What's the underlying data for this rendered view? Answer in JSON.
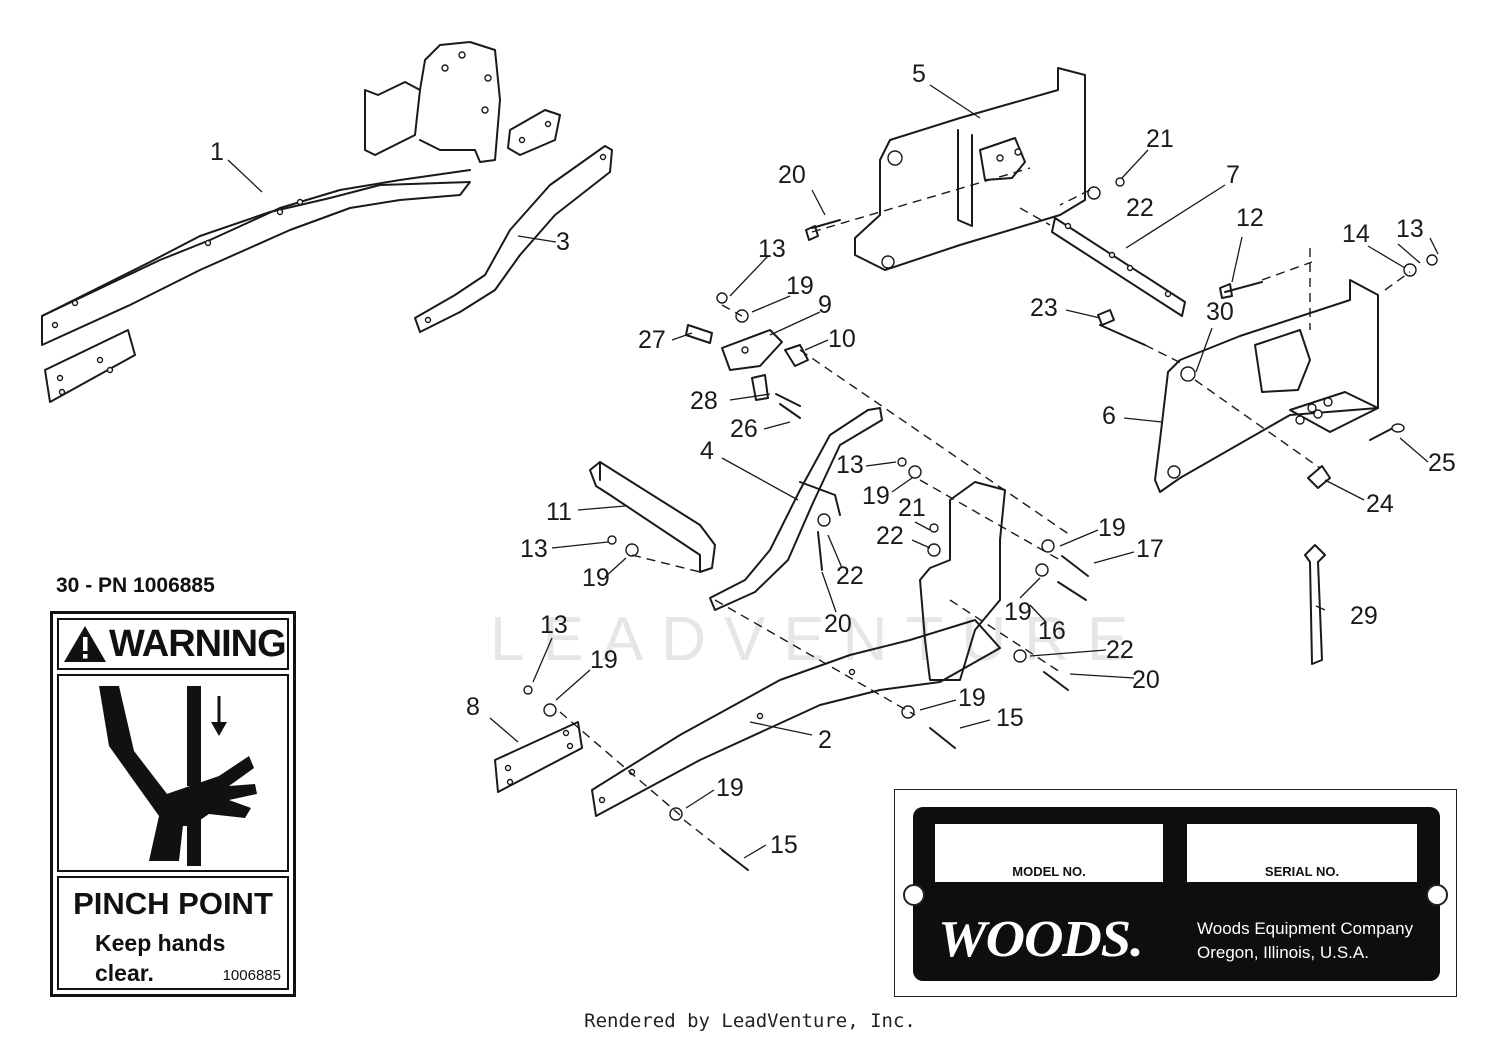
{
  "diagram": {
    "callouts": {
      "c1": "1",
      "c2": "2",
      "c3": "3",
      "c4": "4",
      "c5": "5",
      "c6": "6",
      "c7": "7",
      "c8": "8",
      "c9": "9",
      "c10": "10",
      "c11": "11",
      "c12": "12",
      "c13a": "13",
      "c13b": "13",
      "c13c": "13",
      "c13d": "13",
      "c13e": "13",
      "c14": "14",
      "c15a": "15",
      "c15b": "15",
      "c16": "16",
      "c17": "17",
      "c19a": "19",
      "c19b": "19",
      "c19c": "19",
      "c19d": "19",
      "c19e": "19",
      "c19f": "19",
      "c19g": "19",
      "c19h": "19",
      "c20a": "20",
      "c20b": "20",
      "c20c": "20",
      "c21a": "21",
      "c21b": "21",
      "c22a": "22",
      "c22b": "22",
      "c22c": "22",
      "c22d": "22",
      "c23": "23",
      "c24": "24",
      "c25": "25",
      "c26": "26",
      "c27": "27",
      "c28": "28",
      "c29": "29",
      "c30": "30"
    },
    "watermark": "LEADVENTURE"
  },
  "decal": {
    "part_number": "30 - PN 1006885",
    "warning_word": "WARNING",
    "title": "PINCH POINT",
    "line1": "Keep hands",
    "line2": "clear.",
    "code": "1006885"
  },
  "plate": {
    "model_label": "MODEL NO.",
    "serial_label": "SERIAL NO.",
    "logo": "WOODS.",
    "company": "Woods Equipment Company",
    "location": "Oregon, Illinois, U.S.A."
  },
  "footer": "Rendered by LeadVenture, Inc."
}
